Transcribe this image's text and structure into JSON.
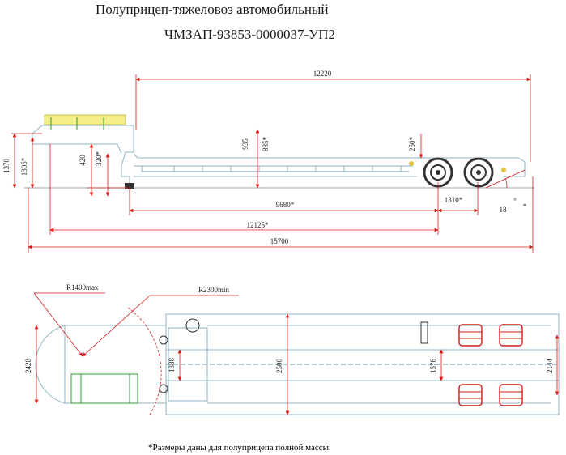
{
  "header": {
    "title_line1": "Полуприцеп-тяжеловоз автомобильный",
    "title_line2": "ЧМЗАП-93853-0000037-УП2"
  },
  "side_view": {
    "dims": {
      "total_top": "12220",
      "platform_height": "935",
      "platform_height_loaded": "885*",
      "deck_height_rear": "250*",
      "gooseneck_height": "1370",
      "gooseneck_height_loaded": "1305*",
      "coupler_height": "420",
      "coupler_height_loaded": "320*",
      "deck_length": "9680*",
      "rear_overhang": "1310*",
      "departure_angle": "18",
      "angle_unit": "°",
      "angle_marker": "*",
      "kingpin_to_axle": "12125*",
      "overall_length": "15700"
    }
  },
  "top_view": {
    "dims": {
      "front_radius": "R1400max",
      "swing_radius": "R2300min",
      "gooseneck_width": "2428",
      "inner_width_front": "1388",
      "overall_width": "2500",
      "inner_width_rear": "1576",
      "track_width": "2144"
    }
  },
  "footer": {
    "note": "*Размеры даны для полуприцепа полной массы."
  },
  "colors": {
    "dimension_line": "#d61b1b",
    "frame_outline": "#8fb6c8",
    "support_green": "#2aa32a",
    "wheel": "#333333",
    "tire_red": "#d61b1b"
  }
}
